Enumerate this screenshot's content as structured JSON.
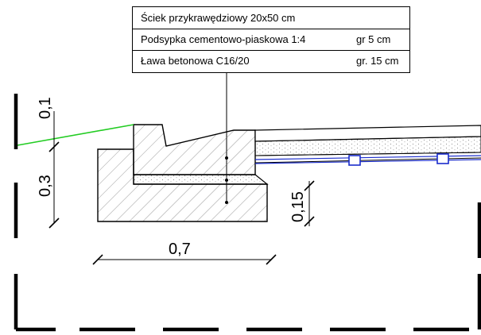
{
  "legend": {
    "rows": [
      {
        "name": "Ściek przykrawędziowy 20x50 cm",
        "thickness": ""
      },
      {
        "name": "Podsypka cementowo-piaskowa 1:4",
        "thickness": "gr 5 cm"
      },
      {
        "name": "Ława betonowa C16/20",
        "thickness": "gr. 15 cm"
      }
    ]
  },
  "dimensions": {
    "top_height": "0,1",
    "left_height": "0,3",
    "bench_height": "0,15",
    "bench_width": "0,7"
  },
  "colors": {
    "line": "#000000",
    "terrain": "#22cc22",
    "pipe": "#1a2ccc"
  }
}
